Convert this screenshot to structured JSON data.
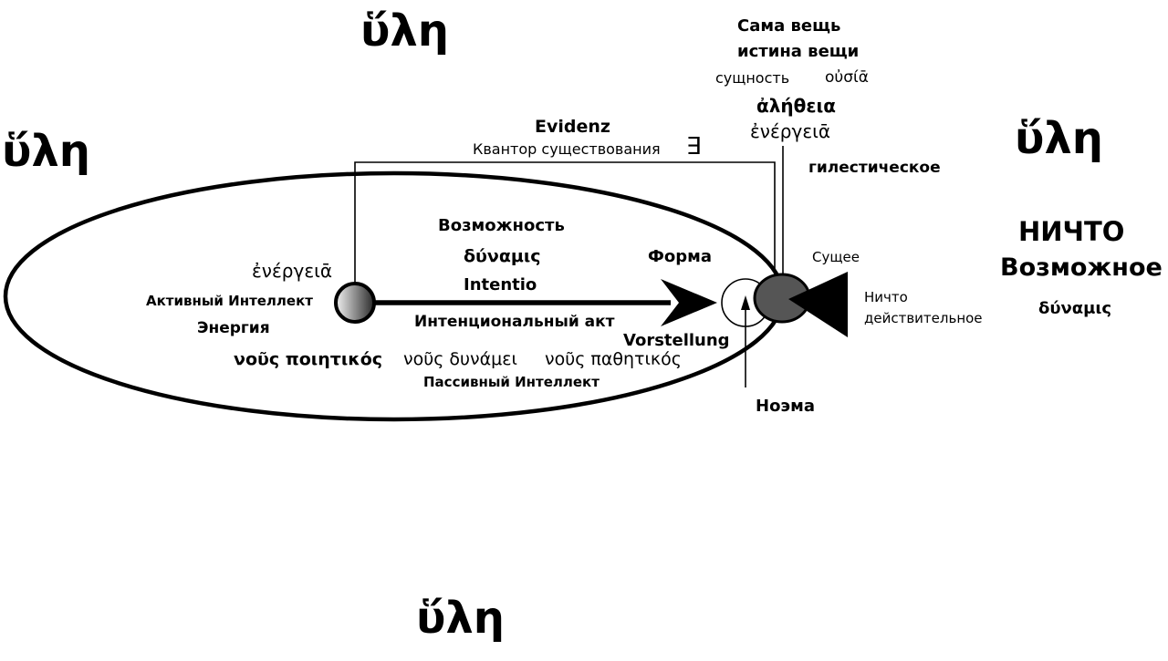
{
  "hyle": {
    "top": "ὕλη",
    "left": "ὕλη",
    "right": "ὕλη",
    "bottom": "ὕλη"
  },
  "top_labels": {
    "sama_veshch": "Сама вещь",
    "istina_veshchi": "истина вещи",
    "sushchnost": "сущность",
    "ousia": "οὐσίᾱ",
    "aletheia": "ἀλήθεια",
    "energeia": "ἐνέργειᾱ",
    "gilesticheskoe": "гилестическое"
  },
  "evidence": {
    "evidenz": "Evidenz",
    "kvantor": "Квантор существования",
    "exists_symbol": "∃"
  },
  "right_labels": {
    "nichto": "НИЧТО",
    "vozmozhnoe": "Возможное",
    "dynamis": "δύναμις",
    "sushchee": "Сущее",
    "nichto_line1": "Ничто",
    "nichto_line2": "действительное"
  },
  "ellipse_labels": {
    "vozmozhnost": "Возможность",
    "dynamis": "δύναμις",
    "intentio": "Intentio",
    "forma": "Форма",
    "energeia": "ἐνέργειᾱ",
    "aktivny_intellekt": "Активный Интеллект",
    "energia": "Энергия",
    "intentsionalny_akt": "Интенциональный акт",
    "vorstellung": "Vorstellung",
    "nous_poietikos": "νοῦς ποιητικός",
    "nous_dynamei": "νοῦς δυνάμει",
    "nous_pathetikos": "νοῦς παθητικός",
    "passivny_intellekt": "Пассивный Интеллект",
    "noema": "Ноэма"
  },
  "colors": {
    "ink": "#000000",
    "background": "#ffffff",
    "dark_circle": "#555555",
    "gradient_light": "#f2f2f2",
    "gradient_dark": "#2a2a2a"
  }
}
